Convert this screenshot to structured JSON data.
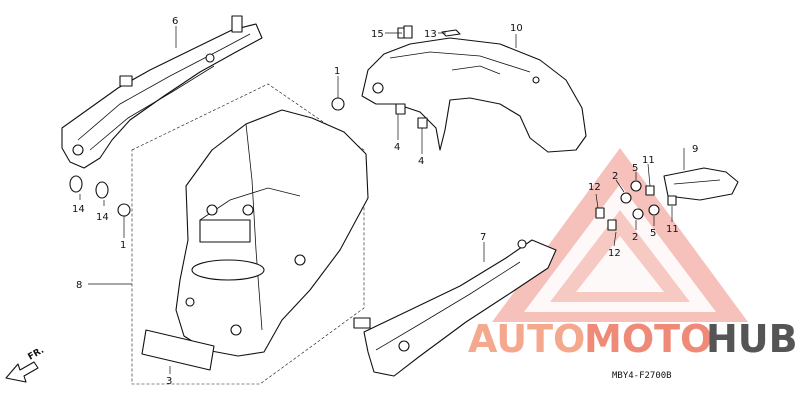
{
  "callouts": {
    "c1_top": "1",
    "c1_left": "1",
    "c2_a": "2",
    "c2_b": "2",
    "c3": "3",
    "c4_a": "4",
    "c4_b": "4",
    "c5_a": "5",
    "c5_b": "5",
    "c6": "6",
    "c7": "7",
    "c8": "8",
    "c9": "9",
    "c10": "10",
    "c11_a": "11",
    "c11_b": "11",
    "c12_a": "12",
    "c12_b": "12",
    "c13": "13",
    "c14_a": "14",
    "c14_b": "14",
    "c15": "15"
  },
  "direction_label": "FR.",
  "diagram_code": "MBY4-F2700B",
  "watermark": {
    "part1": "AUTO",
    "part2": "MOTO",
    "part3": "HUB",
    "color_light": "#f4a98f",
    "color_dark": "#555555",
    "triangle_color": "#e96a5a"
  }
}
